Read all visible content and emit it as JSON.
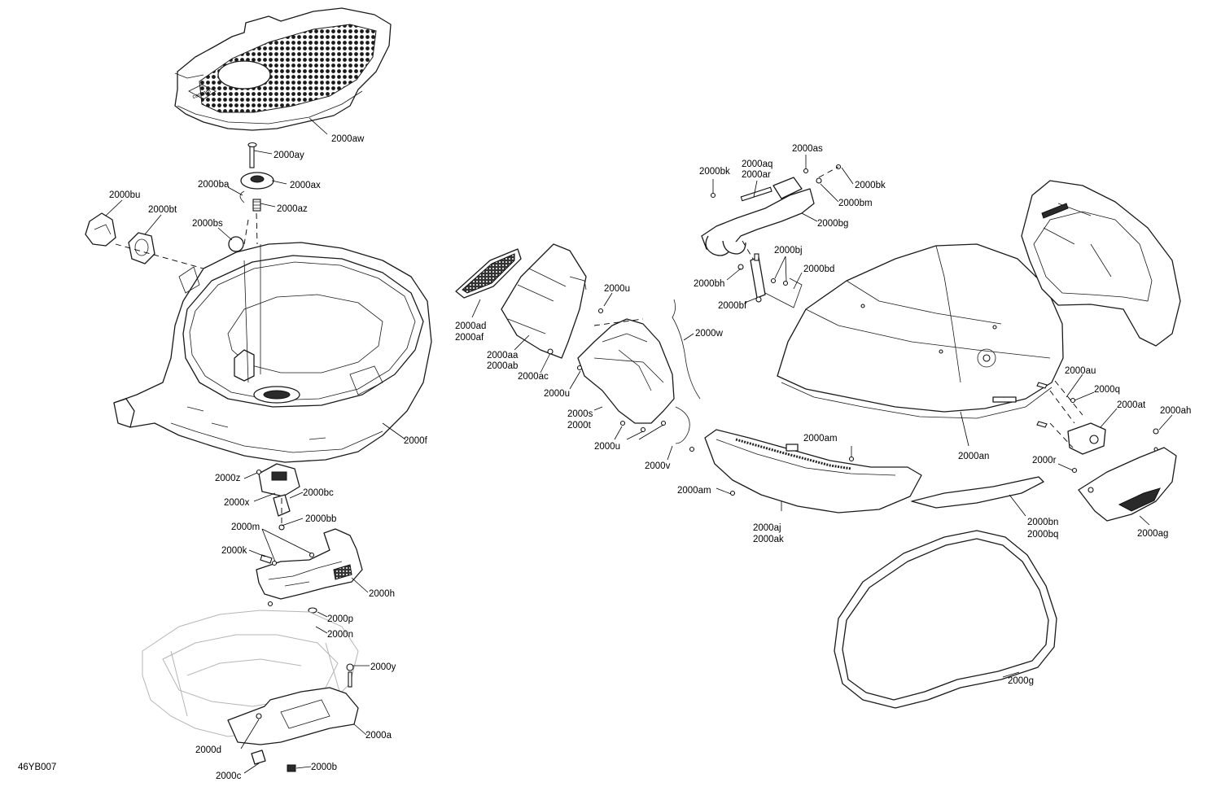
{
  "diagram_id": "46YB007",
  "callouts": [
    {
      "key": "aw",
      "text": "2000aw"
    },
    {
      "key": "ay",
      "text": "2000ay"
    },
    {
      "key": "ax",
      "text": "2000ax"
    },
    {
      "key": "ba",
      "text": "2000ba"
    },
    {
      "key": "az",
      "text": "2000az"
    },
    {
      "key": "bu",
      "text": "2000bu"
    },
    {
      "key": "bt",
      "text": "2000bt"
    },
    {
      "key": "bs",
      "text": "2000bs"
    },
    {
      "key": "f",
      "text": "2000f"
    },
    {
      "key": "z",
      "text": "2000z"
    },
    {
      "key": "x",
      "text": "2000x"
    },
    {
      "key": "bc",
      "text": "2000bc"
    },
    {
      "key": "bb",
      "text": "2000bb"
    },
    {
      "key": "m",
      "text": "2000m"
    },
    {
      "key": "k",
      "text": "2000k"
    },
    {
      "key": "h",
      "text": "2000h"
    },
    {
      "key": "p",
      "text": "2000p"
    },
    {
      "key": "n",
      "text": "2000n"
    },
    {
      "key": "y",
      "text": "2000y"
    },
    {
      "key": "a",
      "text": "2000a"
    },
    {
      "key": "d",
      "text": "2000d"
    },
    {
      "key": "b",
      "text": "2000b"
    },
    {
      "key": "c",
      "text": "2000c"
    },
    {
      "key": "ad",
      "text": "2000ad"
    },
    {
      "key": "af",
      "text": "2000af"
    },
    {
      "key": "aa",
      "text": "2000aa"
    },
    {
      "key": "ab",
      "text": "2000ab"
    },
    {
      "key": "ac",
      "text": "2000ac"
    },
    {
      "key": "u1",
      "text": "2000u"
    },
    {
      "key": "u2",
      "text": "2000u"
    },
    {
      "key": "u3",
      "text": "2000u"
    },
    {
      "key": "w",
      "text": "2000w"
    },
    {
      "key": "s",
      "text": "2000s"
    },
    {
      "key": "t",
      "text": "2000t"
    },
    {
      "key": "v",
      "text": "2000v"
    },
    {
      "key": "as",
      "text": "2000as"
    },
    {
      "key": "bk1",
      "text": "2000bk"
    },
    {
      "key": "aq",
      "text": "2000aq"
    },
    {
      "key": "ar",
      "text": "2000ar"
    },
    {
      "key": "bk2",
      "text": "2000bk"
    },
    {
      "key": "bm",
      "text": "2000bm"
    },
    {
      "key": "bg",
      "text": "2000bg"
    },
    {
      "key": "bj",
      "text": "2000bj"
    },
    {
      "key": "bd",
      "text": "2000bd"
    },
    {
      "key": "bh",
      "text": "2000bh"
    },
    {
      "key": "bf",
      "text": "2000bf"
    },
    {
      "key": "am1",
      "text": "2000am"
    },
    {
      "key": "am2",
      "text": "2000am"
    },
    {
      "key": "aj",
      "text": "2000aj"
    },
    {
      "key": "ak",
      "text": "2000ak"
    },
    {
      "key": "an",
      "text": "2000an"
    },
    {
      "key": "au",
      "text": "2000au"
    },
    {
      "key": "q",
      "text": "2000q"
    },
    {
      "key": "at",
      "text": "2000at"
    },
    {
      "key": "ah",
      "text": "2000ah"
    },
    {
      "key": "r",
      "text": "2000r"
    },
    {
      "key": "ag",
      "text": "2000ag"
    },
    {
      "key": "bn",
      "text": "2000bn"
    },
    {
      "key": "bq",
      "text": "2000bq"
    },
    {
      "key": "g",
      "text": "2000g"
    }
  ]
}
